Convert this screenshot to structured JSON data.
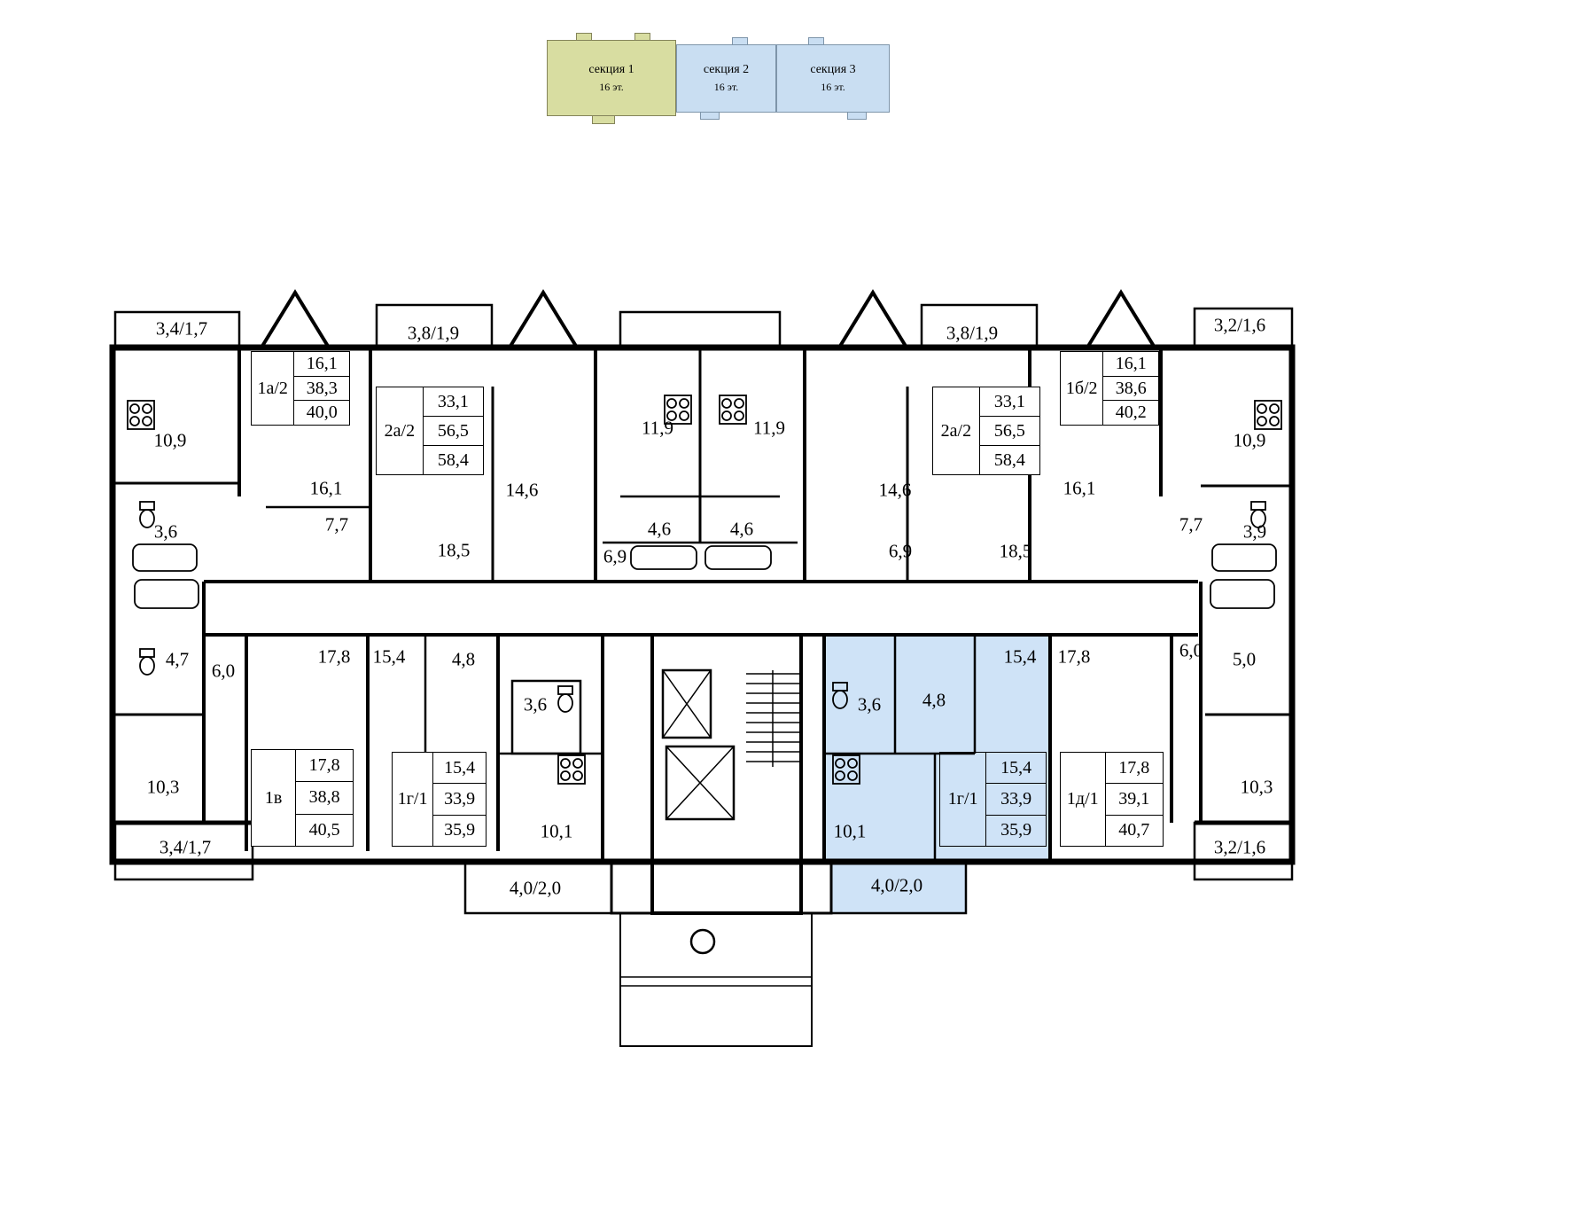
{
  "legend": {
    "sections": [
      {
        "name": "секция 1",
        "floors": "16 эт."
      },
      {
        "name": "секция 2",
        "floors": "16 эт."
      },
      {
        "name": "секция 3",
        "floors": "16 эт."
      }
    ]
  },
  "colors": {
    "section1_fill": "#d8dda1",
    "section1_border": "#84845a",
    "section23_fill": "#c9def2",
    "section23_border": "#7e95aa",
    "highlight_fill": "#cfe3f7",
    "wall": "#000000"
  },
  "apartments": [
    {
      "code": "1а/2",
      "rows": [
        "16,1",
        "38,3",
        "40,0"
      ]
    },
    {
      "code": "2а/2",
      "rows": [
        "33,1",
        "56,5",
        "58,4"
      ]
    },
    {
      "code": "2а/2",
      "rows": [
        "33,1",
        "56,5",
        "58,4"
      ]
    },
    {
      "code": "1б/2",
      "rows": [
        "16,1",
        "38,6",
        "40,2"
      ]
    },
    {
      "code": "1в",
      "rows": [
        "17,8",
        "38,8",
        "40,5"
      ]
    },
    {
      "code": "1г/1",
      "rows": [
        "15,4",
        "33,9",
        "35,9"
      ]
    },
    {
      "code": "1г/1",
      "rows": [
        "15,4",
        "33,9",
        "35,9"
      ],
      "highlighted": true
    },
    {
      "code": "1д/1",
      "rows": [
        "17,8",
        "39,1",
        "40,7"
      ]
    }
  ],
  "balconies": {
    "top_left": "3,4/1,7",
    "loggia_left": "3,8/1,9",
    "loggia_right": "3,8/1,9",
    "top_right": "3,2/1,6",
    "bottom_left": "3,4/1,7",
    "bottom_center_left": "4,0/2,0",
    "bottom_center_right": "4,0/2,0",
    "bottom_right": "3,2/1,6"
  },
  "rooms_upper": [
    "10,9",
    "3,6",
    "16,1",
    "7,7",
    "18,5",
    "14,6",
    "11,9",
    "11,9",
    "4,6",
    "4,6",
    "6,9",
    "6,9",
    "14,6",
    "18,5",
    "16,1",
    "7,7",
    "3,9",
    "10,9"
  ],
  "rooms_lower": [
    "4,7",
    "6,0",
    "17,8",
    "15,4",
    "4,8",
    "3,6",
    "10,3",
    "10,1",
    "3,6",
    "4,8",
    "15,4",
    "17,8",
    "10,1",
    "6,0",
    "5,0",
    "10,3"
  ]
}
